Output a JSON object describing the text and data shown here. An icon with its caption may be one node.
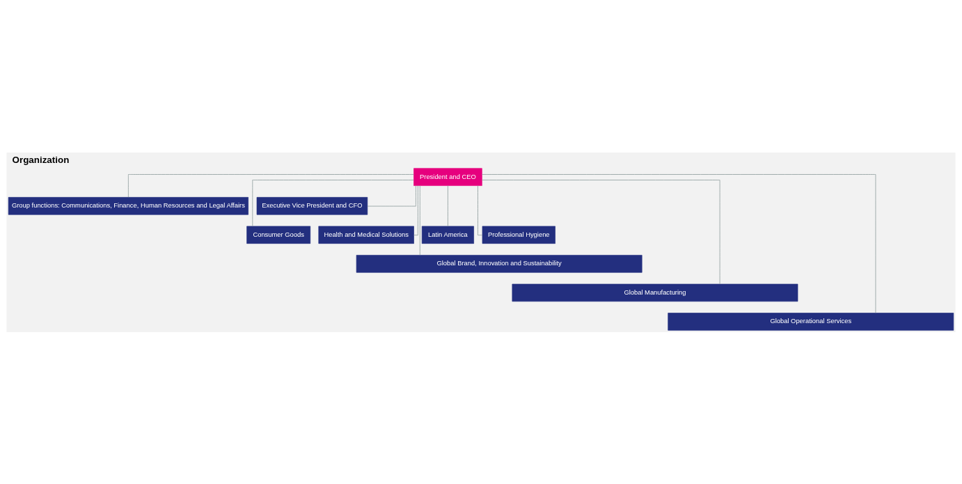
{
  "diagram": {
    "title": "Organization",
    "nodes": [
      {
        "text": [
          "President and CEO"
        ]
      },
      {
        "text": [
          "Group functions: Communications, Finance, Human Resources and Legal Affairs"
        ]
      },
      {
        "text": [
          "Executive Vice President and CFO"
        ]
      },
      {
        "text": [
          "Consumer Goods"
        ]
      },
      {
        "text": [
          "Health and Medical Solutions"
        ]
      },
      {
        "text": [
          "Latin America"
        ]
      },
      {
        "text": [
          "Professional Hygiene"
        ]
      },
      {
        "text": [
          "Global Brand, Innovation and Sustainability"
        ]
      },
      {
        "text": [
          "Global Manufacturing"
        ]
      },
      {
        "text": [
          "Global Operational Services"
        ]
      }
    ],
    "edges": [
      {
        "from": 0,
        "to": 1,
        "arrow": "none"
      },
      {
        "from": 0,
        "to": 2,
        "arrow": "none"
      },
      {
        "from": 0,
        "to": 3,
        "arrow": "none"
      },
      {
        "from": 0,
        "to": 4,
        "arrow": "none"
      },
      {
        "from": 0,
        "to": 5,
        "arrow": "none"
      },
      {
        "from": 0,
        "to": 6,
        "arrow": "none"
      },
      {
        "from": 0,
        "to": 7,
        "arrow": "none"
      },
      {
        "from": 0,
        "to": 8,
        "arrow": "none"
      },
      {
        "from": 0,
        "to": 9,
        "arrow": "none"
      }
    ]
  }
}
